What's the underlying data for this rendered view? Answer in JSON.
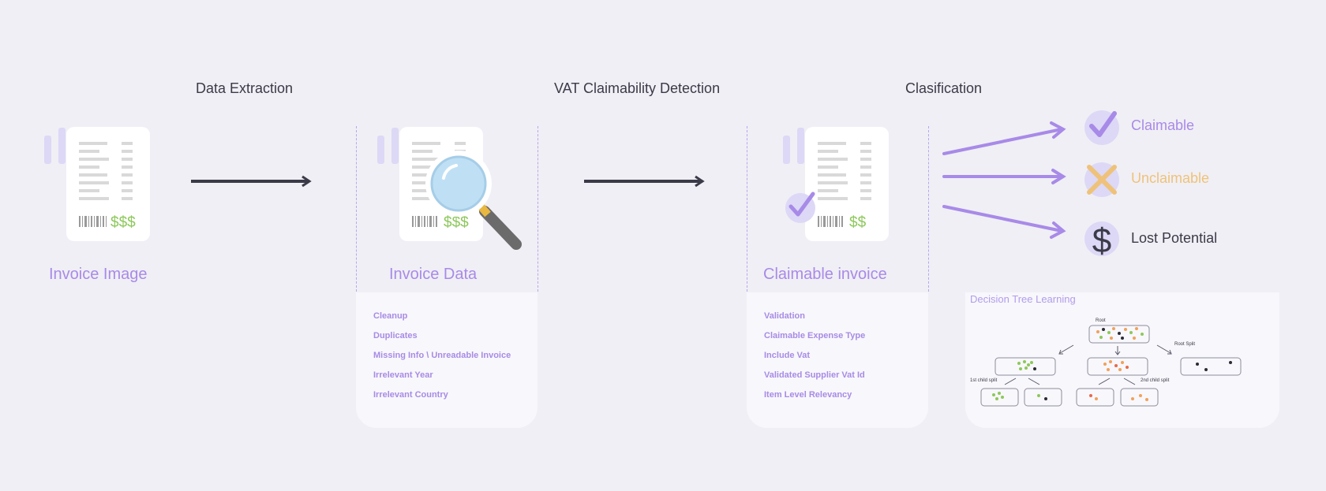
{
  "steps": {
    "data_extraction": "Data Extraction",
    "vat_detection": "VAT Claimability Detection",
    "classification": "Clasification"
  },
  "documents": {
    "invoice_image": {
      "label": "Invoice Image",
      "amount": "$$$"
    },
    "invoice_data": {
      "label": "Invoice Data",
      "amount": "$$$"
    },
    "claimable_invoice": {
      "label": "Claimable invoice",
      "amount": "$$"
    }
  },
  "data_cleanup": {
    "items": [
      "Cleanup",
      "Duplicates",
      "Missing Info \\ Unreadable Invoice",
      "Irrelevant Year",
      "Irrelevant Country"
    ]
  },
  "validation": {
    "items": [
      "Validation",
      "Claimable Expense Type",
      "Include Vat",
      "Validated Supplier Vat Id",
      "Item Level Relevancy"
    ]
  },
  "outcomes": [
    {
      "label": "Claimable",
      "icon": "checkmark-icon",
      "color": "#a88ae8"
    },
    {
      "label": "Unclaimable",
      "icon": "cross-icon",
      "color": "#efc27a"
    },
    {
      "label": "Lost Potential",
      "icon": "dollar-icon",
      "color": "#3b3a48"
    }
  ],
  "tree": {
    "title": "Decision Tree Learning",
    "root_label": "Root",
    "root_split_label": "Root Split",
    "child_split_1": "1st child split",
    "child_split_2": "2nd child split"
  },
  "colors": {
    "accent": "#a88ae8",
    "arrow_dark": "#3b3a48",
    "green": "#8dc85b",
    "orange": "#f0a15a",
    "yellow": "#efc27a"
  }
}
